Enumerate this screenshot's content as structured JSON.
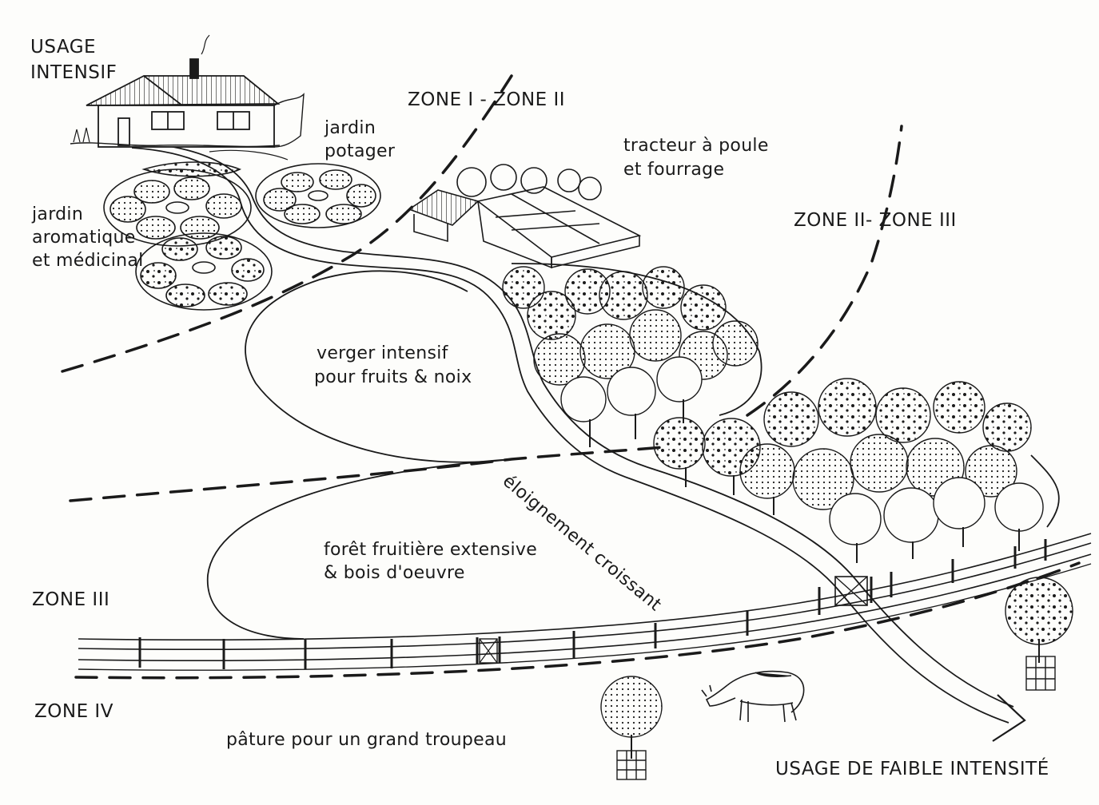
{
  "labels": {
    "usage_intensif_1": "USAGE",
    "usage_intensif_2": "INTENSIF",
    "zone_1_2": "ZONE I - ZONE II",
    "jardin_potager_1": "jardin",
    "jardin_potager_2": "potager",
    "tracteur_1": "tracteur à poule",
    "tracteur_2": "et fourrage",
    "zone_2_3": "ZONE II- ZONE III",
    "jardin_aromatique_1": "jardin",
    "jardin_aromatique_2": "aromatique",
    "jardin_aromatique_3": "et médicinal",
    "verger_1": "verger intensif",
    "verger_2": "pour fruits & noix",
    "eloignement": "éloignement croissant",
    "foret_1": "forêt fruitière extensive",
    "foret_2": "& bois d'oeuvre",
    "zone_3": "ZONE III",
    "zone_4": "ZONE IV",
    "pature": "pâture pour un grand troupeau",
    "usage_faible": "USAGE DE FAIBLE INTENSITÉ"
  },
  "colors": {
    "ink": "#1a1a1a",
    "paper": "#fdfdfb"
  }
}
